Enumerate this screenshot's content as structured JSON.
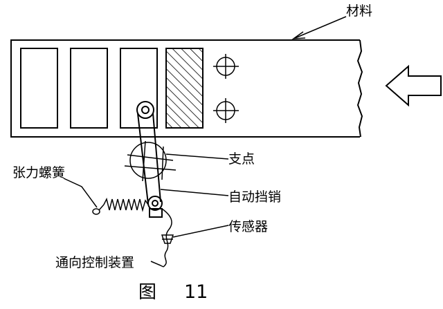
{
  "labels": {
    "material": "材料",
    "fulcrum": "支点",
    "tension_spring": "张力螺簧",
    "auto_stop_pin": "自动挡销",
    "sensor": "传感器",
    "to_control": "通向控制装置"
  },
  "caption": {
    "prefix": "图",
    "number": "11"
  },
  "icons": {
    "feed_arrow": "left-arrow-icon",
    "pilot_holes": "crosshair-circle-icon",
    "spring": "coil-spring-icon"
  }
}
